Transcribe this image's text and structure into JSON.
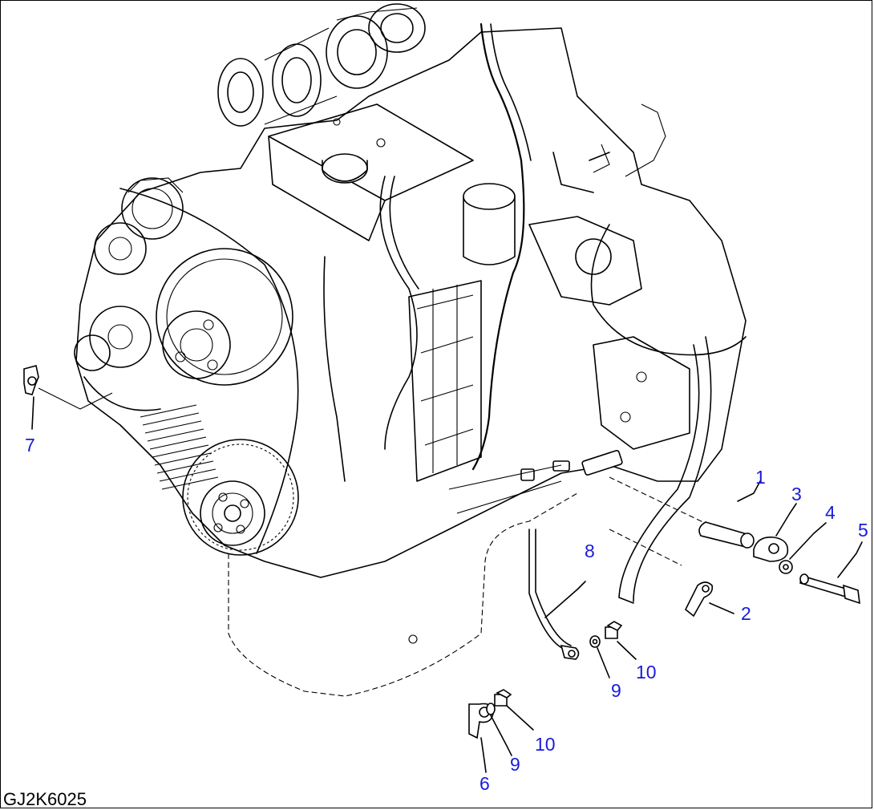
{
  "drawing_id": "GJ2K6025",
  "callouts": {
    "c1": "1",
    "c2": "2",
    "c3": "3",
    "c4": "4",
    "c5": "5",
    "c6": "6",
    "c7": "7",
    "c8": "8",
    "c9a": "9",
    "c9b": "9",
    "c10a": "10",
    "c10b": "10"
  },
  "colors": {
    "callout": "#1a1adb",
    "line": "#000000"
  }
}
